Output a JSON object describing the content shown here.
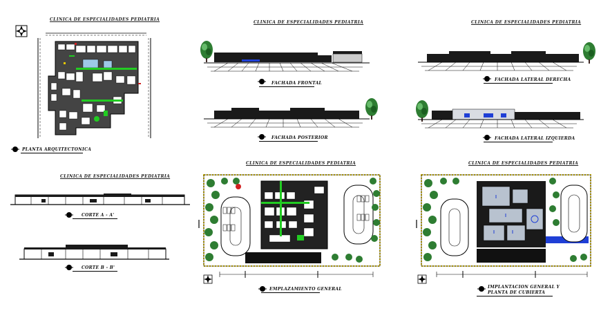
{
  "sheet_titles": {
    "plan": "CLINICA DE ESPECIALIDADES PEDIATRIA",
    "front_elev": "CLINICA DE ESPECIALIDADES PEDIATRIA",
    "side_elev": "CLINICA DE ESPECIALIDADES PEDIATRIA",
    "sections": "CLINICA DE ESPECIALIDADES PEDIATRIA",
    "site": "CLINICA DE ESPECIALIDADES PEDIATRIA",
    "site_roof": "CLINICA DE ESPECIALIDADES PEDIATRIA"
  },
  "view_labels": {
    "plan": "PLANTA ARQUITECTONICA",
    "front": "FACHADA FRONTAL",
    "rear": "FACHADA POSTERIOR",
    "right": "FACHADA LATERAL DERECHA",
    "left": "FACHADA LATERAL IZQUIERDA",
    "section_a": "CORTE A - A'",
    "section_b": "CORTE B - B'",
    "site": "EMPLAZAMIENTO GENERAL",
    "site_roof_1": "IMPLANTACION GENERAL Y",
    "site_roof_2": "PLANTA DE CUBIERTA"
  },
  "colors": {
    "line": "#000000",
    "corridor": "#22cc22",
    "tree": "#2e7d32",
    "blue": "#1f3fd6",
    "yellow": "#e6c800",
    "red": "#d12020",
    "roof": "#b8c2cf"
  },
  "icons": [
    "north-arrow-icon",
    "section-marker-icon",
    "tree-icon"
  ]
}
